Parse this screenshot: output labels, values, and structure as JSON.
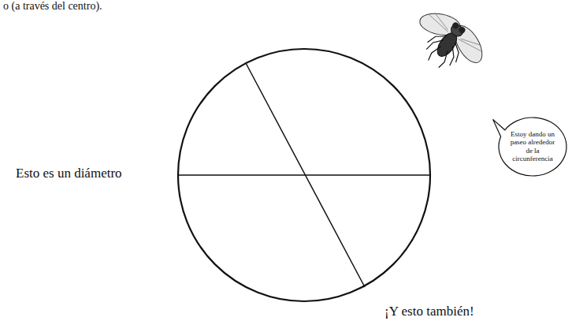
{
  "diagram": {
    "nodes": [
      {
        "text": [
          "Estoy dando un paseo alrededor de la circunferencia"
        ]
      }
    ],
    "labels": [
      "o (a través del centro).",
      "Esto es un diámetro",
      "¡Y esto también!"
    ]
  }
}
